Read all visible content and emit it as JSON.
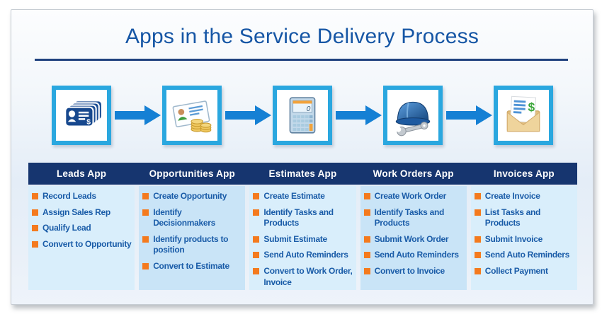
{
  "title": "Apps in the Service Delivery Process",
  "columns": [
    {
      "name": "Leads App",
      "icon": "business-cards-icon",
      "items": [
        "Record Leads",
        "Assign Sales Rep",
        "Qualify Lead",
        "Convert to Opportunity"
      ]
    },
    {
      "name": "Opportunities App",
      "icon": "business-card-coins-icon",
      "items": [
        "Create Opportunity",
        "Identify Decisionmakers",
        "Identify products to position",
        "Convert to Estimate"
      ]
    },
    {
      "name": "Estimates App",
      "icon": "calculator-icon",
      "items": [
        "Create Estimate",
        "Identify Tasks and Products",
        "Submit Estimate",
        "Send Auto Reminders",
        "Convert to Work Order, Invoice"
      ]
    },
    {
      "name": "Work Orders App",
      "icon": "hard-hat-wrench-icon",
      "items": [
        "Create Work Order",
        "Identify Tasks and Products",
        "Submit Work Order",
        "Send Auto Reminders",
        "Convert to Invoice"
      ]
    },
    {
      "name": "Invoices App",
      "icon": "invoice-envelope-icon",
      "items": [
        "Create Invoice",
        "List Tasks and Products",
        "Submit Invoice",
        "Send Auto Reminders",
        "Collect Payment"
      ]
    }
  ],
  "colors": {
    "title_text": "#1656a5",
    "title_rule": "#20427f",
    "header_bar": "#16356f",
    "header_text": "#ffffff",
    "cell_light": "#d9eefb",
    "cell_dark": "#c9e4f7",
    "bullet_orange": "#f47a1e",
    "item_text": "#1a5ca8",
    "arrow_blue": "#1580d4",
    "icon_border_blue": "#2aa7df"
  }
}
